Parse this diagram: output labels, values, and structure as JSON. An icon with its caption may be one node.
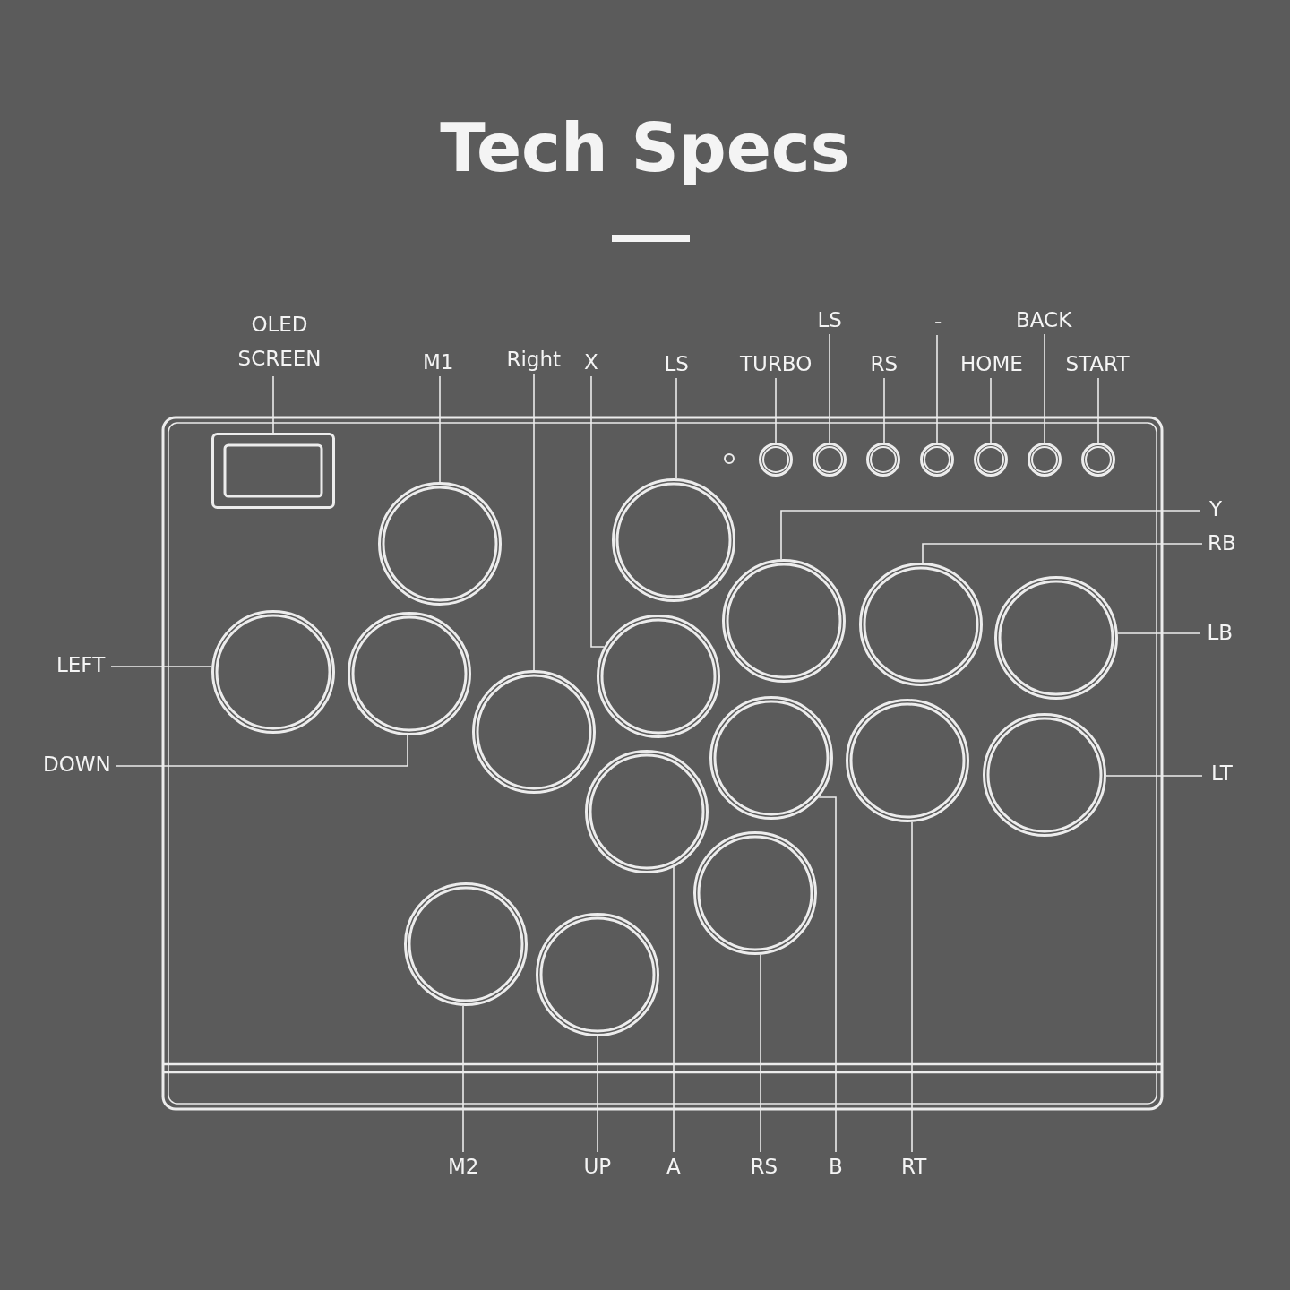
{
  "diagram": {
    "title": "Tech Specs",
    "nodes": [
      {
        "text": [
          "OLED SCREEN"
        ]
      },
      {
        "text": [
          "M1"
        ]
      },
      {
        "text": [
          "Right"
        ]
      },
      {
        "text": [
          "X"
        ]
      },
      {
        "text": [
          "LS"
        ]
      },
      {
        "text": [
          "TURBO"
        ]
      },
      {
        "text": [
          "LS"
        ]
      },
      {
        "text": [
          "RS"
        ]
      },
      {
        "text": [
          "-"
        ]
      },
      {
        "text": [
          "HOME"
        ]
      },
      {
        "text": [
          "BACK"
        ]
      },
      {
        "text": [
          "START"
        ]
      },
      {
        "text": [
          "Y"
        ]
      },
      {
        "text": [
          "RB"
        ]
      },
      {
        "text": [
          "LB"
        ]
      },
      {
        "text": [
          "LEFT"
        ]
      },
      {
        "text": [
          "DOWN"
        ]
      },
      {
        "text": [
          "LT"
        ]
      },
      {
        "text": [
          "M2"
        ]
      },
      {
        "text": [
          "UP"
        ]
      },
      {
        "text": [
          "A"
        ]
      },
      {
        "text": [
          "RS"
        ]
      },
      {
        "text": [
          "B"
        ]
      },
      {
        "text": [
          "RT"
        ]
      },
      {
        "text": [],
        "shape": "box"
      },
      {
        "text": [],
        "shape": "circle"
      },
      {
        "text": [],
        "shape": "circle"
      },
      {
        "text": [],
        "shape": "circle"
      },
      {
        "text": [],
        "shape": "circle"
      },
      {
        "text": [],
        "shape": "circle"
      },
      {
        "text": [],
        "shape": "circle"
      },
      {
        "text": [],
        "shape": "circle"
      },
      {
        "text": [],
        "shape": "circle"
      },
      {
        "text": [],
        "shape": "circle"
      },
      {
        "text": [],
        "shape": "circle"
      },
      {
        "text": [],
        "shape": "circle"
      },
      {
        "text": [],
        "shape": "circle"
      },
      {
        "text": [],
        "shape": "circle"
      },
      {
        "text": [],
        "shape": "circle"
      },
      {
        "text": [],
        "shape": "circle"
      },
      {
        "text": [],
        "shape": "circle"
      },
      {
        "text": [],
        "shape": "circle"
      },
      {
        "text": [],
        "shape": "circle"
      },
      {
        "text": [],
        "shape": "circle"
      },
      {
        "text": [],
        "shape": "circle"
      },
      {
        "text": [],
        "shape": "circle"
      },
      {
        "text": [],
        "shape": "circle"
      },
      {
        "text": [],
        "shape": "circle"
      }
    ],
    "edges": [
      {
        "from": 0,
        "to": 24,
        "arrow": "none"
      },
      {
        "from": 1,
        "to": 25,
        "arrow": "none"
      },
      {
        "from": 2,
        "to": 26,
        "arrow": "none"
      },
      {
        "from": 3,
        "to": 27,
        "arrow": "none"
      },
      {
        "from": 4,
        "to": 28,
        "arrow": "none"
      },
      {
        "from": 5,
        "to": 29,
        "arrow": "none"
      },
      {
        "from": 6,
        "to": 30,
        "arrow": "none"
      },
      {
        "from": 7,
        "to": 31,
        "arrow": "none"
      },
      {
        "from": 8,
        "to": 32,
        "arrow": "none"
      },
      {
        "from": 9,
        "to": 33,
        "arrow": "none"
      },
      {
        "from": 10,
        "to": 34,
        "arrow": "none"
      },
      {
        "from": 11,
        "to": 35,
        "arrow": "none"
      },
      {
        "from": 12,
        "to": 36,
        "arrow": "none"
      },
      {
        "from": 13,
        "to": 37,
        "arrow": "none"
      },
      {
        "from": 14,
        "to": 38,
        "arrow": "none"
      },
      {
        "from": 15,
        "to": 39,
        "arrow": "none"
      },
      {
        "from": 16,
        "to": 40,
        "arrow": "none"
      },
      {
        "from": 17,
        "to": 41,
        "arrow": "none"
      },
      {
        "from": 18,
        "to": 42,
        "arrow": "none"
      },
      {
        "from": 19,
        "to": 43,
        "arrow": "none"
      },
      {
        "from": 20,
        "to": 44,
        "arrow": "none"
      },
      {
        "from": 21,
        "to": 45,
        "arrow": "none"
      },
      {
        "from": 22,
        "to": 46,
        "arrow": "none"
      },
      {
        "from": 23,
        "to": 47,
        "arrow": "none"
      }
    ]
  }
}
